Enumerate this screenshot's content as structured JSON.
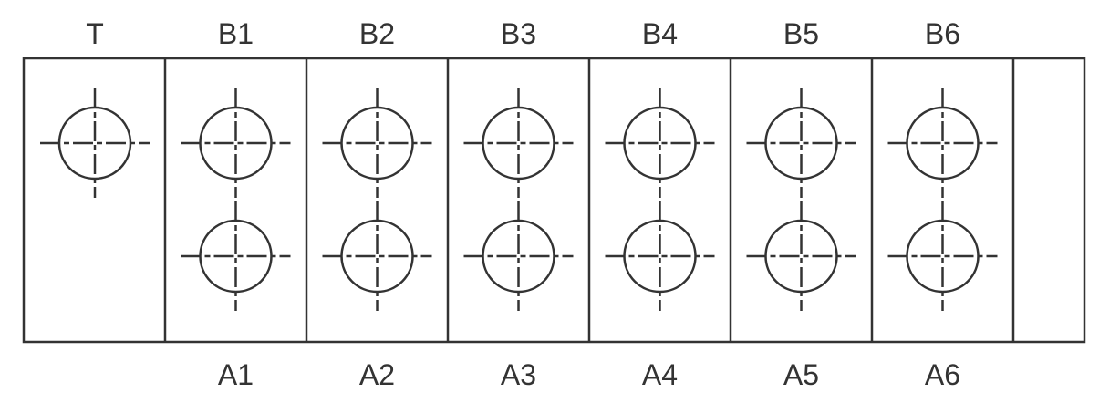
{
  "colors": {
    "stroke": "#333333",
    "background": "#ffffff"
  },
  "sections": [
    {
      "top_label": "T",
      "bottom_label": "",
      "ports": [
        "upper"
      ]
    },
    {
      "top_label": "B1",
      "bottom_label": "A1",
      "ports": [
        "upper",
        "lower"
      ]
    },
    {
      "top_label": "B2",
      "bottom_label": "A2",
      "ports": [
        "upper",
        "lower"
      ]
    },
    {
      "top_label": "B3",
      "bottom_label": "A3",
      "ports": [
        "upper",
        "lower"
      ]
    },
    {
      "top_label": "B4",
      "bottom_label": "A4",
      "ports": [
        "upper",
        "lower"
      ]
    },
    {
      "top_label": "B5",
      "bottom_label": "A5",
      "ports": [
        "upper",
        "lower"
      ]
    },
    {
      "top_label": "B6",
      "bottom_label": "A6",
      "ports": [
        "upper",
        "lower"
      ]
    },
    {
      "top_label": "",
      "bottom_label": "",
      "ports": []
    }
  ]
}
